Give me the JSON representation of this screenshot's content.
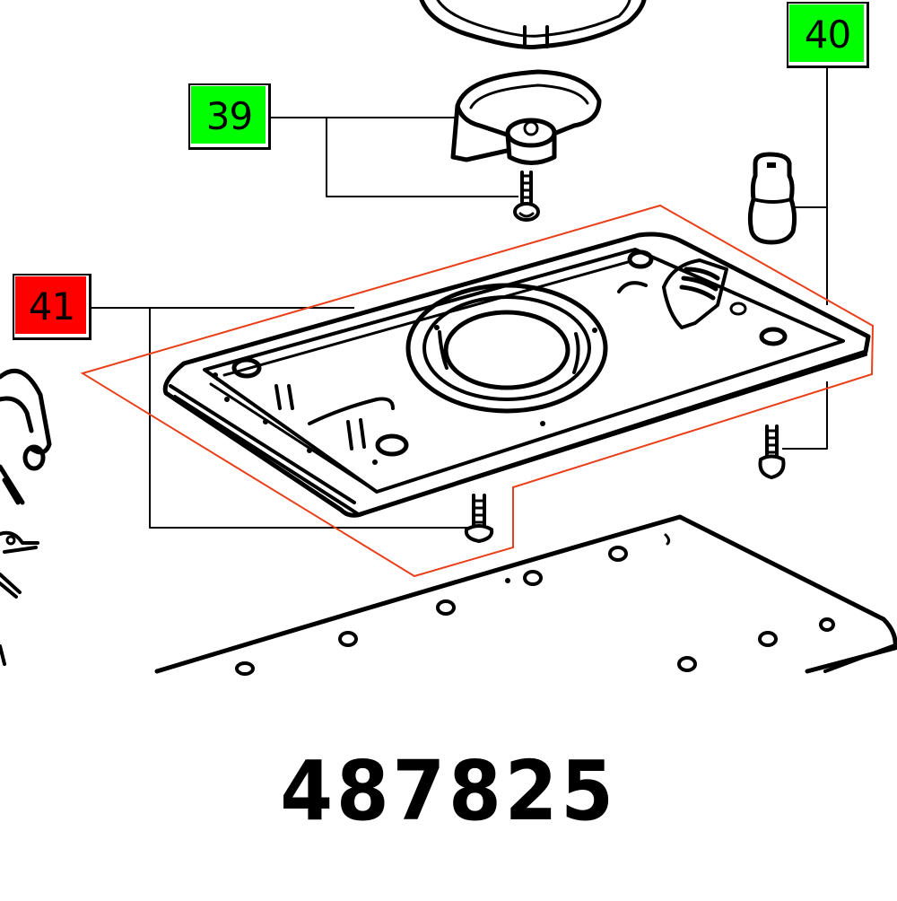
{
  "diagram": {
    "type": "exploded-parts-illustration",
    "part_number": "487825",
    "callouts": [
      {
        "id": "39",
        "label": "39",
        "status": "available",
        "color": "#00ff00",
        "target": "cover clip with screw"
      },
      {
        "id": "40",
        "label": "40",
        "status": "available",
        "color": "#00ff00",
        "target": "sleeve and screw"
      },
      {
        "id": "41",
        "label": "41",
        "status": "highlighted",
        "color": "#ff0000",
        "target": "base plate with screw"
      }
    ],
    "highlight_outline_color": "#e8401a",
    "line_color": "#000000"
  }
}
